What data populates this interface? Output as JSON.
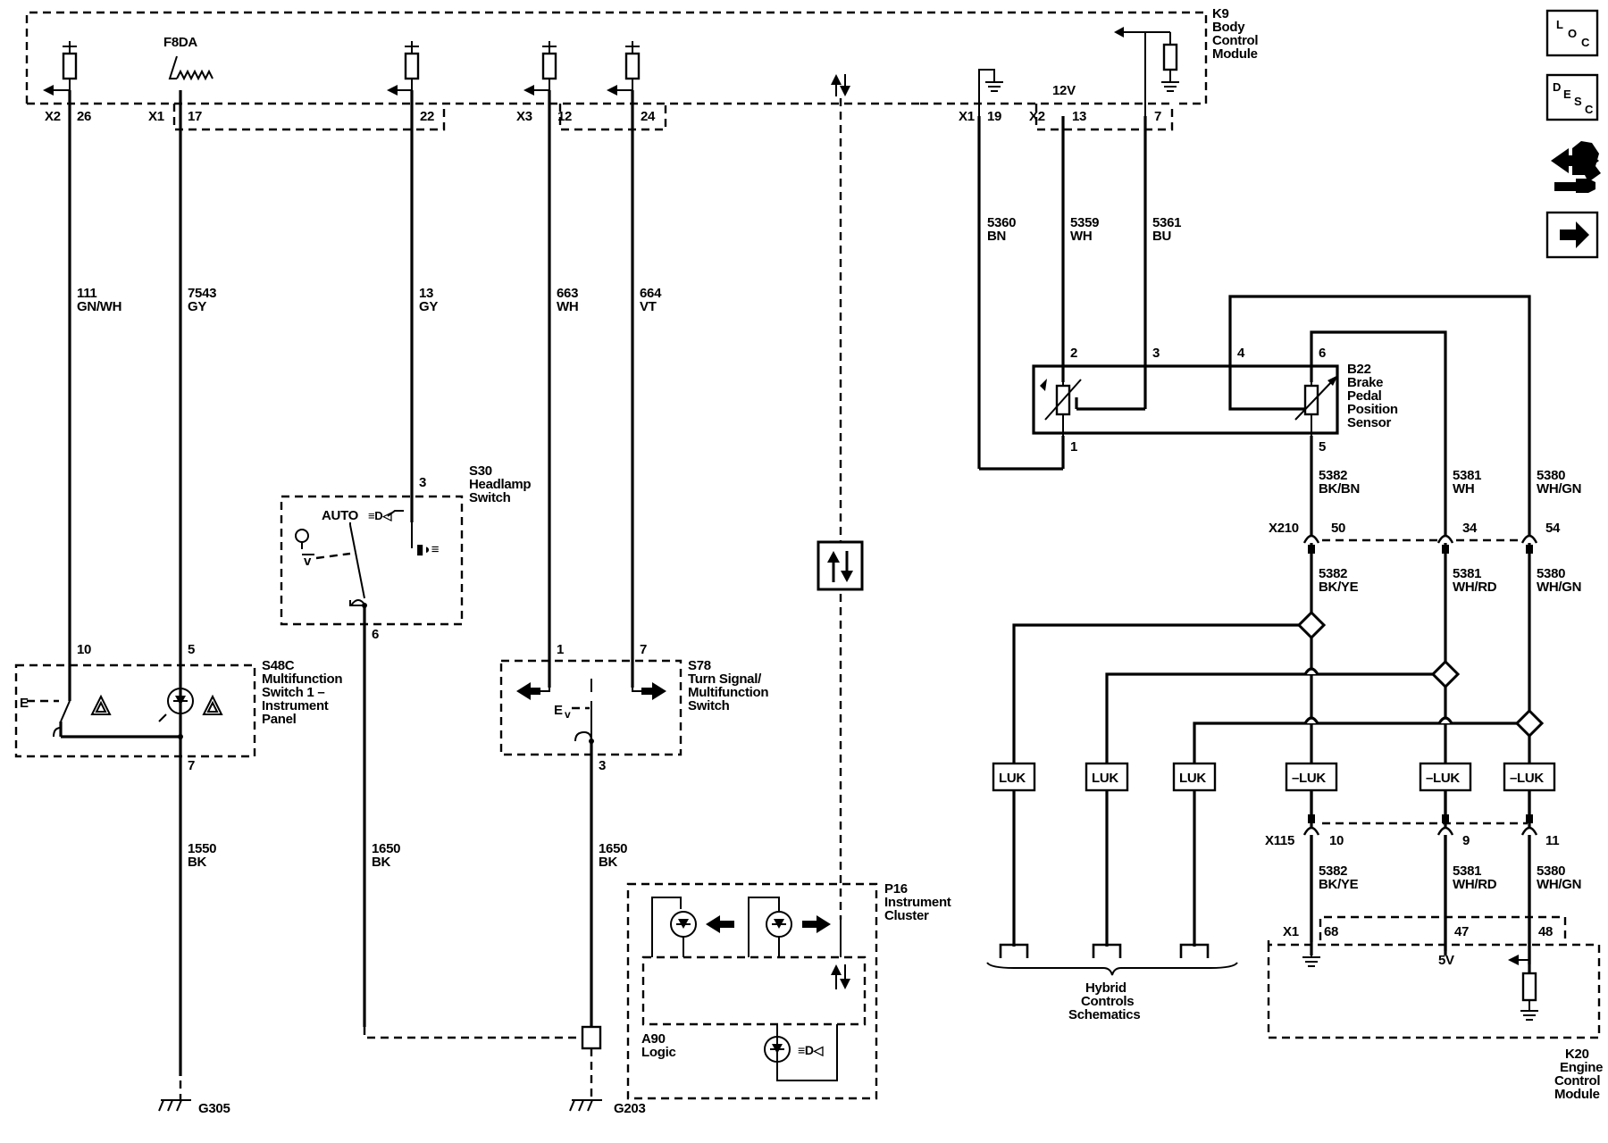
{
  "modules": {
    "bcm": {
      "ref": "K9",
      "name": [
        "Body",
        "Control",
        "Module"
      ]
    },
    "s48c": {
      "ref": "S48C",
      "name": [
        "Multifunction",
        "Switch 1 –",
        "Instrument",
        "Panel"
      ]
    },
    "s30": {
      "ref": "S30",
      "name": [
        "Headlamp",
        "Switch"
      ],
      "auto": "AUTO"
    },
    "s78": {
      "ref": "S78",
      "name": [
        "Turn Signal/",
        "Multifunction",
        "Switch"
      ]
    },
    "p16": {
      "ref": "P16",
      "name": [
        "Instrument",
        "Cluster"
      ]
    },
    "a90": {
      "ref": "A90",
      "name": [
        "Logic"
      ]
    },
    "b22": {
      "ref": "B22",
      "name": [
        "Brake",
        "Pedal",
        "Position",
        "Sensor"
      ]
    },
    "k20": {
      "ref": "K20",
      "name": [
        "Engine",
        "Control",
        "Module"
      ]
    },
    "hybrid": {
      "name": [
        "Hybrid",
        "Controls",
        "Schematics"
      ]
    }
  },
  "connectors": {
    "x2": "X2",
    "x1": "X1",
    "x3": "X3",
    "x210": "X210",
    "x115": "X115",
    "f8da": "F8DA",
    "v12": "12V",
    "v5": "5V"
  },
  "pins": {
    "p26": "26",
    "p17": "17",
    "p22": "22",
    "p12": "12",
    "p24": "24",
    "p19": "19",
    "p13": "13",
    "p7": "7",
    "s48c_10": "10",
    "s48c_5": "5",
    "s48c_7": "7",
    "s30_3": "3",
    "s30_6": "6",
    "s78_1": "1",
    "s78_7": "7",
    "s78_3": "3",
    "b22_2": "2",
    "b22_3": "3",
    "b22_4": "4",
    "b22_6": "6",
    "b22_1": "1",
    "b22_5": "5",
    "x210_50": "50",
    "x210_34": "34",
    "x210_54": "54",
    "x115_10": "10",
    "x115_9": "9",
    "x115_11": "11",
    "k20_68": "68",
    "k20_47": "47",
    "k20_48": "48"
  },
  "wires": {
    "w111": [
      "111",
      "GN/WH"
    ],
    "w7543": [
      "7543",
      "GY"
    ],
    "w13": [
      "13",
      "GY"
    ],
    "w663": [
      "663",
      "WH"
    ],
    "w664": [
      "664",
      "VT"
    ],
    "w5360": [
      "5360",
      "BN"
    ],
    "w5359": [
      "5359",
      "WH"
    ],
    "w5361": [
      "5361",
      "BU"
    ],
    "w5382a": [
      "5382",
      "BK/BN"
    ],
    "w5381a": [
      "5381",
      "WH"
    ],
    "w5380a": [
      "5380",
      "WH/GN"
    ],
    "w5382b": [
      "5382",
      "BK/YE"
    ],
    "w5381b": [
      "5381",
      "WH/RD"
    ],
    "w5380b": [
      "5380",
      "WH/GN"
    ],
    "w5382c": [
      "5382",
      "BK/YE"
    ],
    "w5381c": [
      "5381",
      "WH/RD"
    ],
    "w5380c": [
      "5380",
      "WH/GN"
    ],
    "w1550": [
      "1550",
      "BK"
    ],
    "w1650a": [
      "1650",
      "BK"
    ],
    "w1650b": [
      "1650",
      "BK"
    ]
  },
  "grounds": {
    "g305": "G305",
    "g203": "G203"
  },
  "luk": {
    "luk": "LUK",
    "nluk": "–LUK"
  },
  "nav": {
    "loc": [
      "L",
      "O",
      "C"
    ],
    "desc": [
      "D",
      "E",
      "S",
      "C"
    ]
  },
  "icons": [
    "loc-button-icon",
    "desc-button-icon",
    "connector-end-view-icon",
    "next-page-arrow-icon"
  ]
}
